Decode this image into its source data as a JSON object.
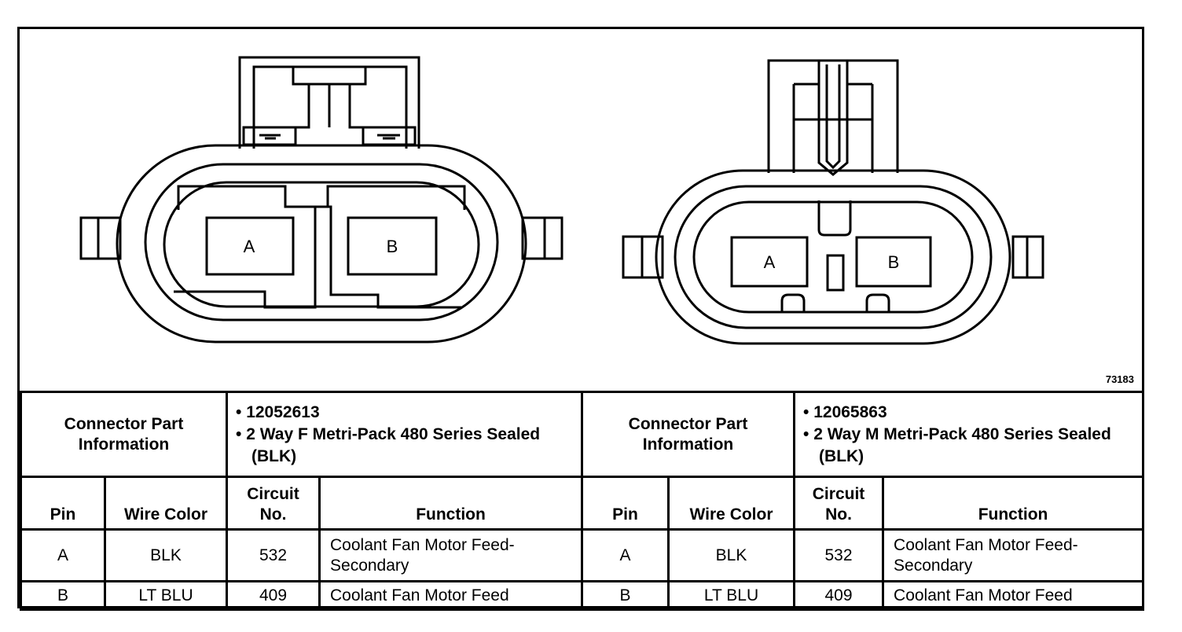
{
  "figure_id": "73183",
  "connectors": [
    {
      "header": "Connector Part Information",
      "part_info": [
        "12052613",
        "2 Way F Metri-Pack 480 Series Sealed (BLK)"
      ],
      "pin_labels": [
        "A",
        "B"
      ]
    },
    {
      "header": "Connector Part Information",
      "part_info": [
        "12065863",
        "2 Way M Metri-Pack 480 Series Sealed (BLK)"
      ],
      "pin_labels": [
        "A",
        "B"
      ]
    }
  ],
  "columns": {
    "pin": "Pin",
    "wire_color": "Wire Color",
    "circuit_no": "Circuit No.",
    "function": "Function"
  },
  "rows": [
    {
      "pin": "A",
      "wire_color": "BLK",
      "circuit": "532",
      "function": "Coolant Fan Motor Feed-Secondary"
    },
    {
      "pin": "B",
      "wire_color": "LT BLU",
      "circuit": "409",
      "function": "Coolant Fan Motor Feed"
    }
  ]
}
